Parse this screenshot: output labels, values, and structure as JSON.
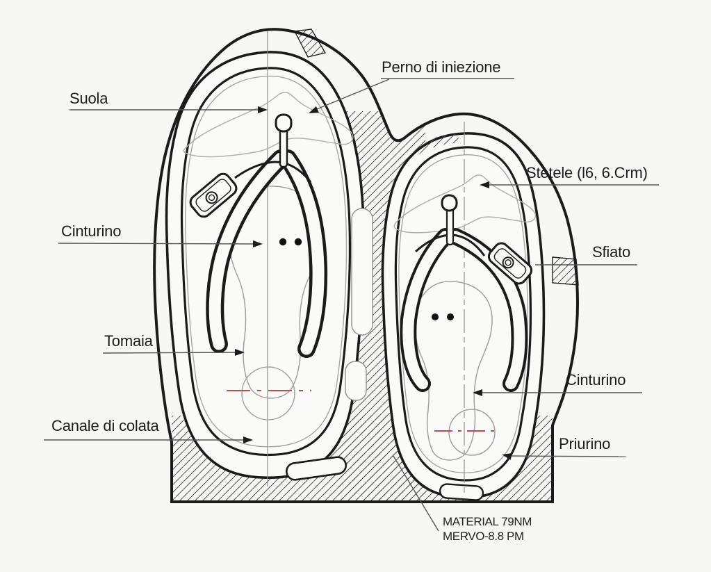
{
  "diagram": {
    "labels": {
      "suola": "Suola",
      "perno_di_iniezione": "Perno di iniezione",
      "stetele": "Stetele (l6, 6.Crm)",
      "cinturino_left": "Cinturino",
      "sfiato": "Sfiato",
      "tomaia": "Tomaia",
      "cinturino_right": "Cinturino",
      "canale_di_colata": "Canale di colata",
      "priurino": "Priurino"
    },
    "material_note": {
      "line1": "MATERIAL 79NM",
      "line2": "MERVO-8.8 PM"
    },
    "colors": {
      "line": "#1b1b1b",
      "leader": "#555555",
      "hatch": "#4f4f4f",
      "accent_red": "#b0524d",
      "centerline": "#8f8f8f",
      "soft_gray": "#a3a3a3",
      "background": "#f7f7f6",
      "cavity_fill": "#fafaf9"
    }
  }
}
